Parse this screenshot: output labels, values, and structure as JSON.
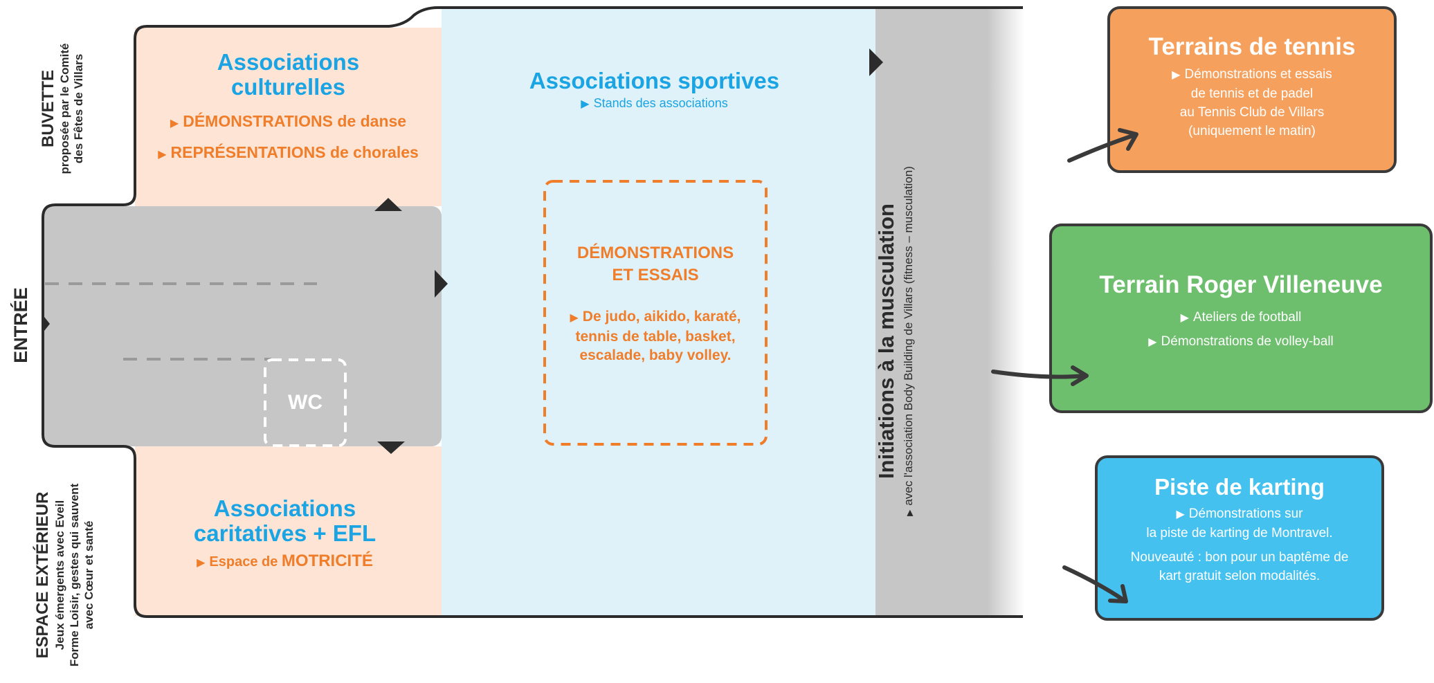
{
  "entree": "ENTRÉE",
  "buvette": {
    "title": "BUVETTE",
    "sub1": "proposée par le Comité",
    "sub2": "des Fêtes de Villars"
  },
  "espace_exterieur": {
    "title": "ESPACE EXTÉRIEUR",
    "sub1": "Jeux émergents avec Eveil",
    "sub2": "Forme Loisir, gestes qui sauvent",
    "sub3": "avec Cœur et santé"
  },
  "culturelles": {
    "title1": "Associations",
    "title2": "culturelles",
    "line1_caps": "DÉMONSTRATIONS",
    "line1_rest": " de danse",
    "line2_caps": "REPRÉSENTATIONS",
    "line2_rest": " de chorales"
  },
  "caritatives": {
    "title1": "Associations",
    "title2": "caritatives + EFL",
    "line_pre": "Espace de ",
    "line_caps": "MOTRICITÉ"
  },
  "wc": "WC",
  "sportives": {
    "title": "Associations sportives",
    "sub": "Stands des associations",
    "demo_title1": "DÉMONSTRATIONS",
    "demo_title2": "ET ESSAIS",
    "demo_l1": "De judo, aikido, karaté,",
    "demo_l2": "tennis de table, basket,",
    "demo_l3": "escalade, baby volley."
  },
  "musculation": {
    "title": "Initiations à la musculation",
    "sub": "avec l'association Body Building de Villars (fitness – musculation)"
  },
  "tennis": {
    "title": "Terrains de tennis",
    "l1": "Démonstrations et essais",
    "l2": "de tennis et de padel",
    "l3": "au Tennis Club de Villars",
    "l4": "(uniquement le matin)",
    "color": "#f6a05e"
  },
  "roger": {
    "title": "Terrain Roger Villeneuve",
    "l1": "Ateliers de football",
    "l2": "Démonstrations de volley-ball",
    "color": "#6dbf6d"
  },
  "karting": {
    "title": "Piste de karting",
    "l1": "Démonstrations sur",
    "l2": "la piste de karting de Montravel.",
    "l3": "Nouveauté : bon pour un baptême de",
    "l4": "kart gratuit selon modalités.",
    "color": "#45c1ef"
  },
  "colors": {
    "peach": "#fde4d5",
    "light_blue": "#dff2fa",
    "corridor_gray": "#c6c6c6",
    "outline": "#2b2b2b",
    "accent_orange": "#ef7d2a",
    "accent_blue": "#1aa4e3"
  }
}
